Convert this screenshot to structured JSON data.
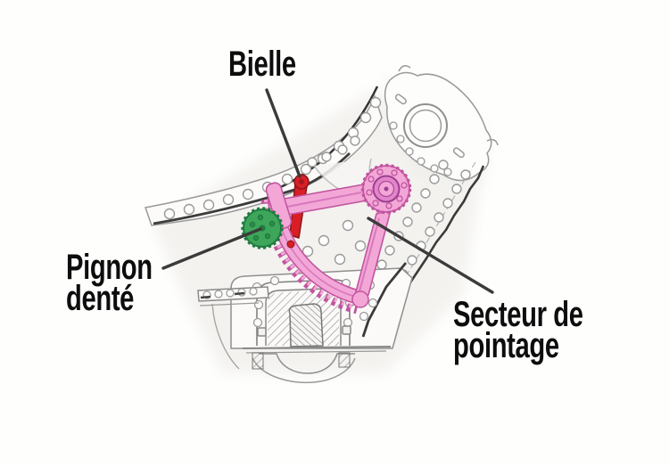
{
  "diagram": {
    "type": "annotated technical illustration",
    "labels": {
      "bielle": {
        "text": "Bielle"
      },
      "pignon": {
        "line1": "Pignon",
        "line2": "denté"
      },
      "secteur": {
        "line1": "Secteur de",
        "line2": "pointage"
      }
    },
    "highlight_colors": {
      "bielle": "#d81f26",
      "bielle_dark": "#8e1418",
      "pignon": "#3ea65b",
      "pignon_dark": "#1f7a3e",
      "secteur": "#f3a7d7",
      "secteur_dark": "#c2559f",
      "secteur_inner": "#e385c9"
    },
    "leader_line_color": "#3b3b3b",
    "label_text_color": "#0d0d0d",
    "linework_color": "#9a9a9a"
  }
}
